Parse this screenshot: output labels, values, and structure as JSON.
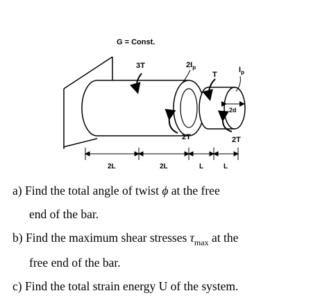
{
  "diagram": {
    "title": "G = Const.",
    "labels": {
      "torque_left": "3T",
      "ip_mid": "2I",
      "ip_mid_sub": "p",
      "torque_right": "T",
      "ip_right": "I",
      "ip_right_sub": "p",
      "diameter": "2d",
      "reaction_mid": "2T",
      "reaction_right": "2T"
    },
    "dimensions": [
      "2L",
      "2L",
      "L",
      "L"
    ]
  },
  "questions": [
    {
      "letter": "a)",
      "text_before": "Find the total angle of twist",
      "symbol": "ϕ",
      "text_after": "at the free",
      "continuation": "end of the bar."
    },
    {
      "letter": "b)",
      "text_before": "Find the maximum shear stresses",
      "symbol": "τ",
      "symbol_sub": "max",
      "text_after": "at the",
      "continuation": "free end of the bar."
    },
    {
      "letter": "c)",
      "text_before": "Find the total strain energy U of the system.",
      "symbol": "",
      "text_after": "",
      "continuation": ""
    }
  ]
}
